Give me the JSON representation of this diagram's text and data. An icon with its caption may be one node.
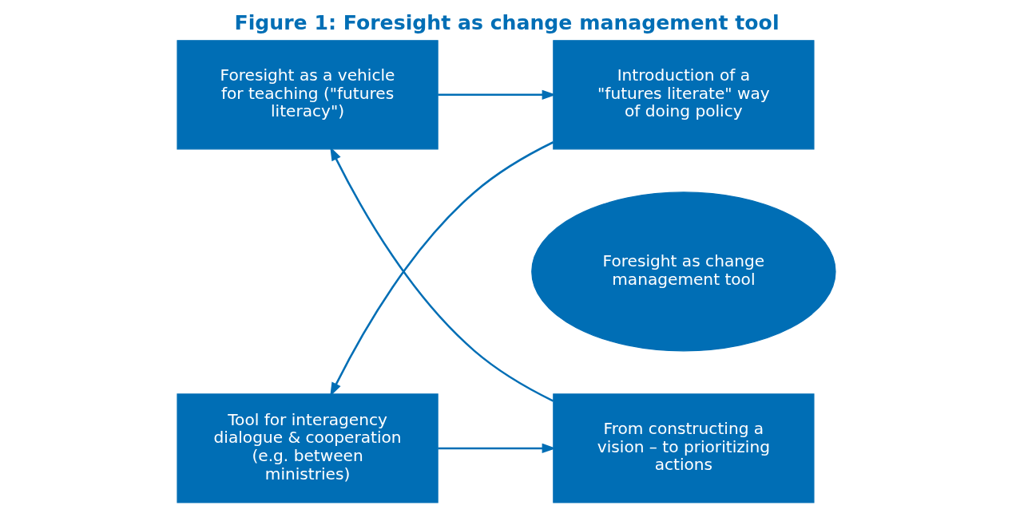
{
  "diagram": {
    "title": "Figure 1: Foresight as change management tool",
    "nodes": [
      {
        "text": [
          "Foresight as a vehicle for teaching (\"futures literacy\")"
        ]
      },
      {
        "text": [
          "Introduction of a \"futures literate\" way of doing policy"
        ]
      },
      {
        "text": [
          "Foresight as change management tool"
        ]
      },
      {
        "text": [
          "From constructing a vision – to prioritizing actions"
        ]
      },
      {
        "text": [
          "Tool for interagency dialogue & cooperation (e.g. between ministries)"
        ]
      }
    ],
    "edges": [
      {
        "from": 0,
        "to": 1,
        "arrow": "to"
      },
      {
        "from": 1,
        "to": 4,
        "arrow": "to"
      },
      {
        "from": 4,
        "to": 3,
        "arrow": "to"
      },
      {
        "from": 3,
        "to": 0,
        "arrow": "to"
      }
    ]
  }
}
